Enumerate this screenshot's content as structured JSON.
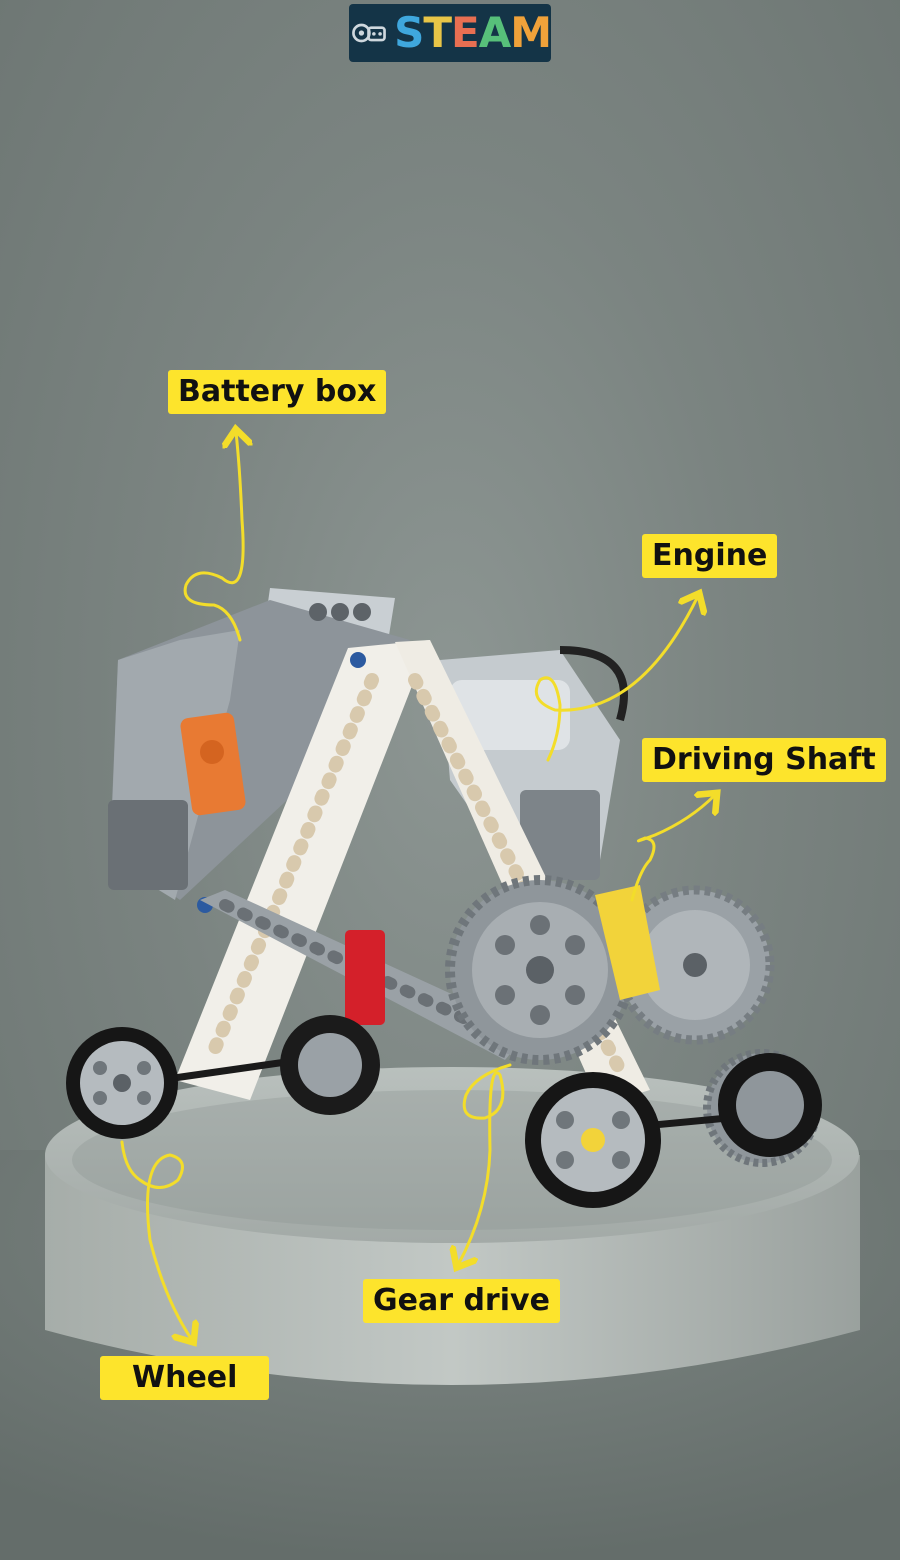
{
  "logo": {
    "text_letters": [
      "S",
      "T",
      "E",
      "A",
      "M"
    ],
    "icon": "robot-gear-icon"
  },
  "labels": {
    "battery_box": "Battery box",
    "engine": "Engine",
    "driving_shaft": "Driving Shaft",
    "gear_drive": "Gear drive",
    "wheel": "Wheel"
  },
  "colors": {
    "background": "#7a8380",
    "label_fill": "#fde42c",
    "arrow": "#f3dd2a",
    "logo_bg": "#143447"
  }
}
